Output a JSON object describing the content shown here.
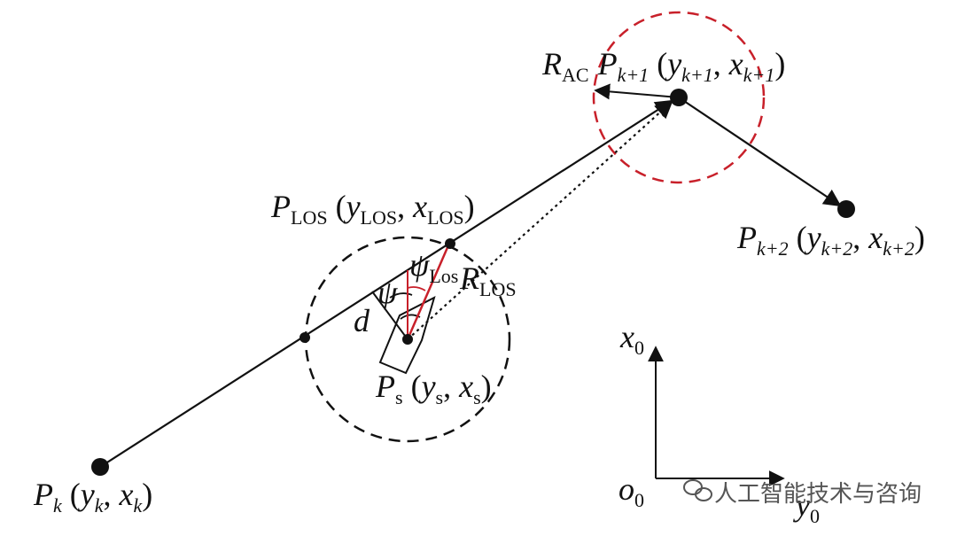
{
  "colors": {
    "line": "#111111",
    "accent_red": "#c8202a",
    "watermark": "#555555"
  },
  "labels": {
    "pk": {
      "P": "P",
      "sub": "k",
      "open": " (",
      "y": "y",
      "ysub": "k",
      "comma": ", ",
      "x": "x",
      "xsub": "k",
      "close": ")"
    },
    "pk1": {
      "R": "R",
      "Rsub": "AC",
      "P": "P",
      "sub": "k+1",
      "open": " (",
      "y": "y",
      "ysub": "k+1",
      "comma": ", ",
      "x": "x",
      "xsub": "k+1",
      "close": ")"
    },
    "pk2": {
      "P": "P",
      "sub": "k+2",
      "open": " (",
      "y": "y",
      "ysub": "k+2",
      "comma": ", ",
      "x": "x",
      "xsub": "k+2",
      "close": ")"
    },
    "plos": {
      "P": "P",
      "sub": "LOS",
      "open": " (",
      "y": "y",
      "ysub": "LOS",
      "comma": ", ",
      "x": "x",
      "xsub": "LOS",
      "close": ")"
    },
    "ps": {
      "P": "P",
      "sub": "s",
      "open": " (",
      "y": "y",
      "ysub": "s",
      "comma": ", ",
      "x": "x",
      "xsub": "s",
      "close": ")"
    },
    "psi": "ψ",
    "psi_los": {
      "psi": "ψ",
      "sub": "Los"
    },
    "r_los": {
      "R": "R",
      "sub": "LOS"
    },
    "d": "d",
    "axes": {
      "x0": {
        "x": "x",
        "sub": "0"
      },
      "o0": {
        "o": "o",
        "sub": "0"
      },
      "y0": {
        "y": "y",
        "sub": "0"
      }
    }
  },
  "watermark": {
    "icon": "wechat-icon",
    "text": "人工智能技术与咨询"
  }
}
